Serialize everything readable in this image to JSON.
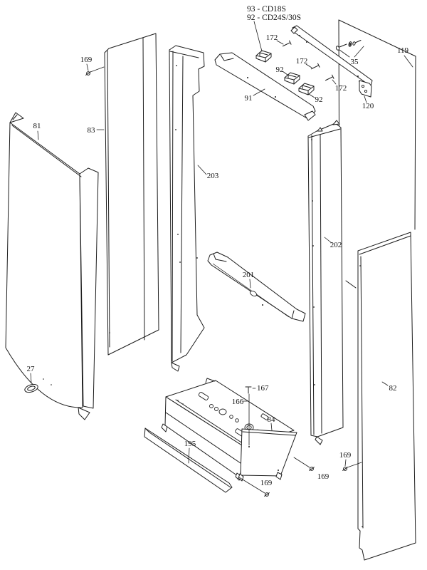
{
  "colors": {
    "background": "#ffffff",
    "line": "#1c1c1c",
    "text": "#111111"
  },
  "legend": {
    "line1": "93 - CD18S",
    "line2": "92 - CD24S/30S"
  },
  "labels": [
    {
      "id": "169-top-left",
      "text": "169"
    },
    {
      "id": "81",
      "text": "81"
    },
    {
      "id": "83",
      "text": "83"
    },
    {
      "id": "203",
      "text": "203"
    },
    {
      "id": "91",
      "text": "91"
    },
    {
      "id": "172-a",
      "text": "172"
    },
    {
      "id": "92-a",
      "text": "92"
    },
    {
      "id": "172-b",
      "text": "172"
    },
    {
      "id": "92-b",
      "text": "92"
    },
    {
      "id": "172-c",
      "text": "172"
    },
    {
      "id": "35",
      "text": "35"
    },
    {
      "id": "119",
      "text": "119"
    },
    {
      "id": "120",
      "text": "120"
    },
    {
      "id": "202",
      "text": "202"
    },
    {
      "id": "201",
      "text": "201"
    },
    {
      "id": "82",
      "text": "82"
    },
    {
      "id": "27",
      "text": "27"
    },
    {
      "id": "167",
      "text": "167"
    },
    {
      "id": "166",
      "text": "166"
    },
    {
      "id": "84",
      "text": "84"
    },
    {
      "id": "195",
      "text": "195"
    },
    {
      "id": "169-bottom-center",
      "text": "169"
    },
    {
      "id": "169-bottom-right",
      "text": "169"
    },
    {
      "id": "169-panel-82",
      "text": "169"
    }
  ]
}
